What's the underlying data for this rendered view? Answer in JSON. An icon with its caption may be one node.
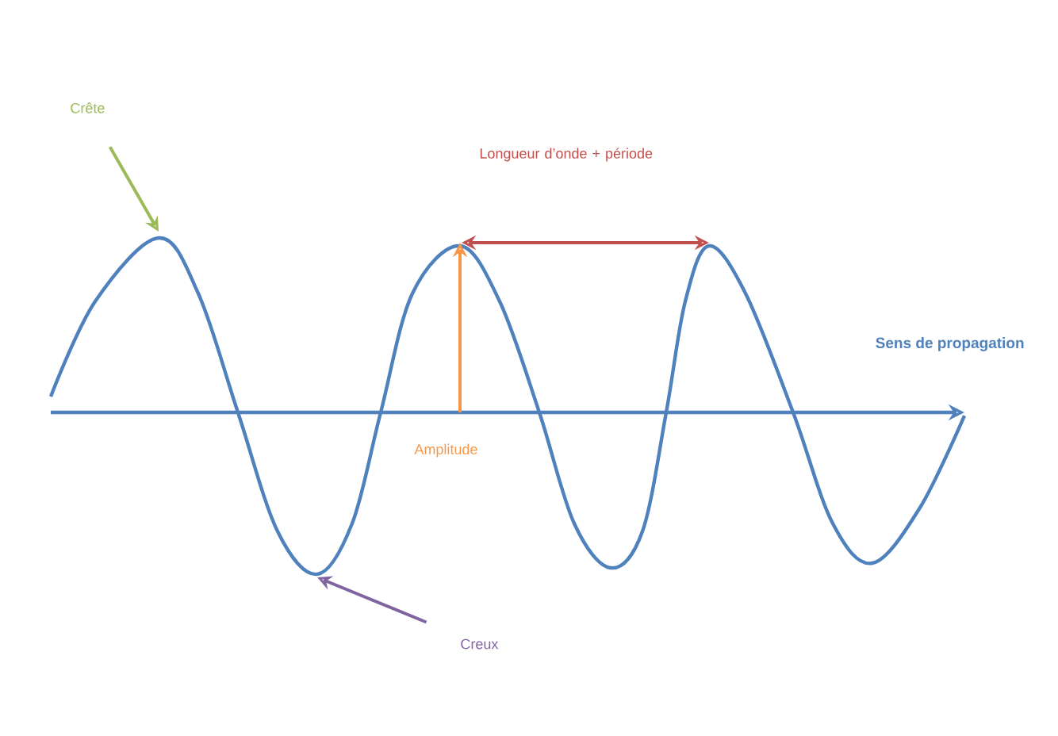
{
  "diagram": {
    "nodes": [
      {
        "text": [
          "Crête"
        ]
      },
      {
        "text": [
          "Creux"
        ]
      }
    ],
    "edges": [
      {
        "from": 0,
        "to": null,
        "arrow": "to",
        "color": "#9bbb59"
      },
      {
        "from": 1,
        "to": null,
        "arrow": "to",
        "color": "#8064a2"
      }
    ],
    "labels": [
      "Longueur d’onde + période",
      "Sens de propagation",
      "Amplitude"
    ]
  }
}
